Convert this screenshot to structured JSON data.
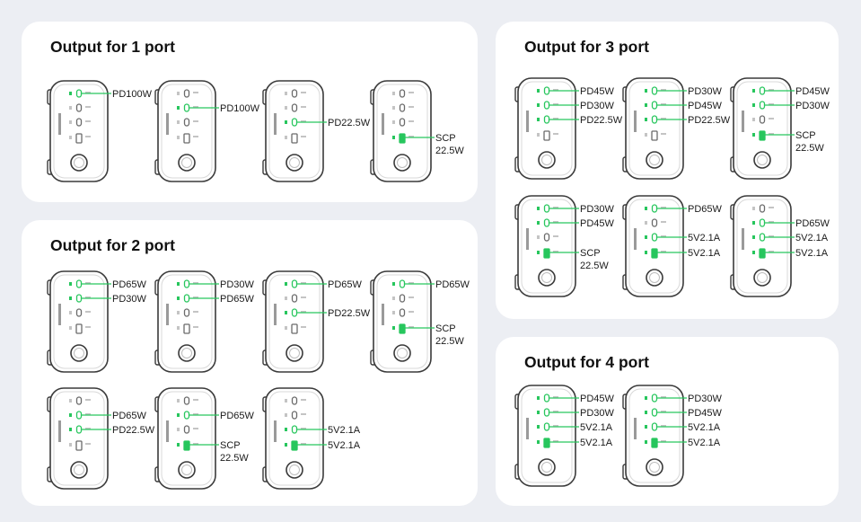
{
  "colors": {
    "background": "#eceef3",
    "panel": "#ffffff",
    "active_port": "#27c65d",
    "charger_outline": "#3a3a3a"
  },
  "panels": [
    {
      "id": "one",
      "title": "Output for 1 port",
      "chargers": [
        {
          "active": [
            0
          ],
          "labels": [
            [
              "PD100W"
            ]
          ]
        },
        {
          "active": [
            1
          ],
          "labels": [
            [
              "PD100W"
            ]
          ]
        },
        {
          "active": [
            2
          ],
          "labels": [
            [
              "PD22.5W"
            ]
          ]
        },
        {
          "active": [
            3
          ],
          "labels": [
            [
              "SCP",
              "22.5W"
            ]
          ]
        }
      ]
    },
    {
      "id": "two",
      "title": "Output for 2 port",
      "chargers": [
        {
          "active": [
            0,
            1
          ],
          "labels": [
            [
              "PD65W"
            ],
            [
              "PD30W"
            ]
          ]
        },
        {
          "active": [
            0,
            1
          ],
          "labels": [
            [
              "PD30W"
            ],
            [
              "PD65W"
            ]
          ]
        },
        {
          "active": [
            0,
            2
          ],
          "labels": [
            [
              "PD65W"
            ],
            [
              "PD22.5W"
            ]
          ]
        },
        {
          "active": [
            0,
            3
          ],
          "labels": [
            [
              "PD65W"
            ],
            [
              "SCP",
              "22.5W"
            ]
          ]
        },
        {
          "active": [
            1,
            2
          ],
          "labels": [
            [
              "PD65W"
            ],
            [
              "PD22.5W"
            ]
          ]
        },
        {
          "active": [
            1,
            3
          ],
          "labels": [
            [
              "PD65W"
            ],
            [
              "SCP",
              "22.5W"
            ]
          ]
        },
        {
          "active": [
            2,
            3
          ],
          "labels": [
            [
              "5V2.1A"
            ],
            [
              "5V2.1A"
            ]
          ]
        }
      ]
    },
    {
      "id": "three",
      "title": "Output for 3 port",
      "chargers": [
        {
          "active": [
            0,
            1,
            2
          ],
          "labels": [
            [
              "PD45W"
            ],
            [
              "PD30W"
            ],
            [
              "PD22.5W"
            ]
          ]
        },
        {
          "active": [
            0,
            1,
            2
          ],
          "labels": [
            [
              "PD30W"
            ],
            [
              "PD45W"
            ],
            [
              "PD22.5W"
            ]
          ]
        },
        {
          "active": [
            0,
            1,
            3
          ],
          "labels": [
            [
              "PD45W"
            ],
            [
              "PD30W"
            ],
            [
              "SCP",
              "22.5W"
            ]
          ]
        },
        {
          "active": [
            0,
            1,
            3
          ],
          "labels": [
            [
              "PD30W"
            ],
            [
              "PD45W"
            ],
            [
              "SCP",
              "22.5W"
            ]
          ]
        },
        {
          "active": [
            0,
            2,
            3
          ],
          "labels": [
            [
              "PD65W"
            ],
            [
              "5V2.1A"
            ],
            [
              "5V2.1A"
            ]
          ]
        },
        {
          "active": [
            1,
            2,
            3
          ],
          "labels": [
            [
              "PD65W"
            ],
            [
              "5V2.1A"
            ],
            [
              "5V2.1A"
            ]
          ]
        }
      ]
    },
    {
      "id": "four",
      "title": "Output for 4 port",
      "chargers": [
        {
          "active": [
            0,
            1,
            2,
            3
          ],
          "labels": [
            [
              "PD45W"
            ],
            [
              "PD30W"
            ],
            [
              "5V2.1A"
            ],
            [
              "5V2.1A"
            ]
          ]
        },
        {
          "active": [
            0,
            1,
            2,
            3
          ],
          "labels": [
            [
              "PD30W"
            ],
            [
              "PD45W"
            ],
            [
              "5V2.1A"
            ],
            [
              "5V2.1A"
            ]
          ]
        }
      ]
    }
  ]
}
